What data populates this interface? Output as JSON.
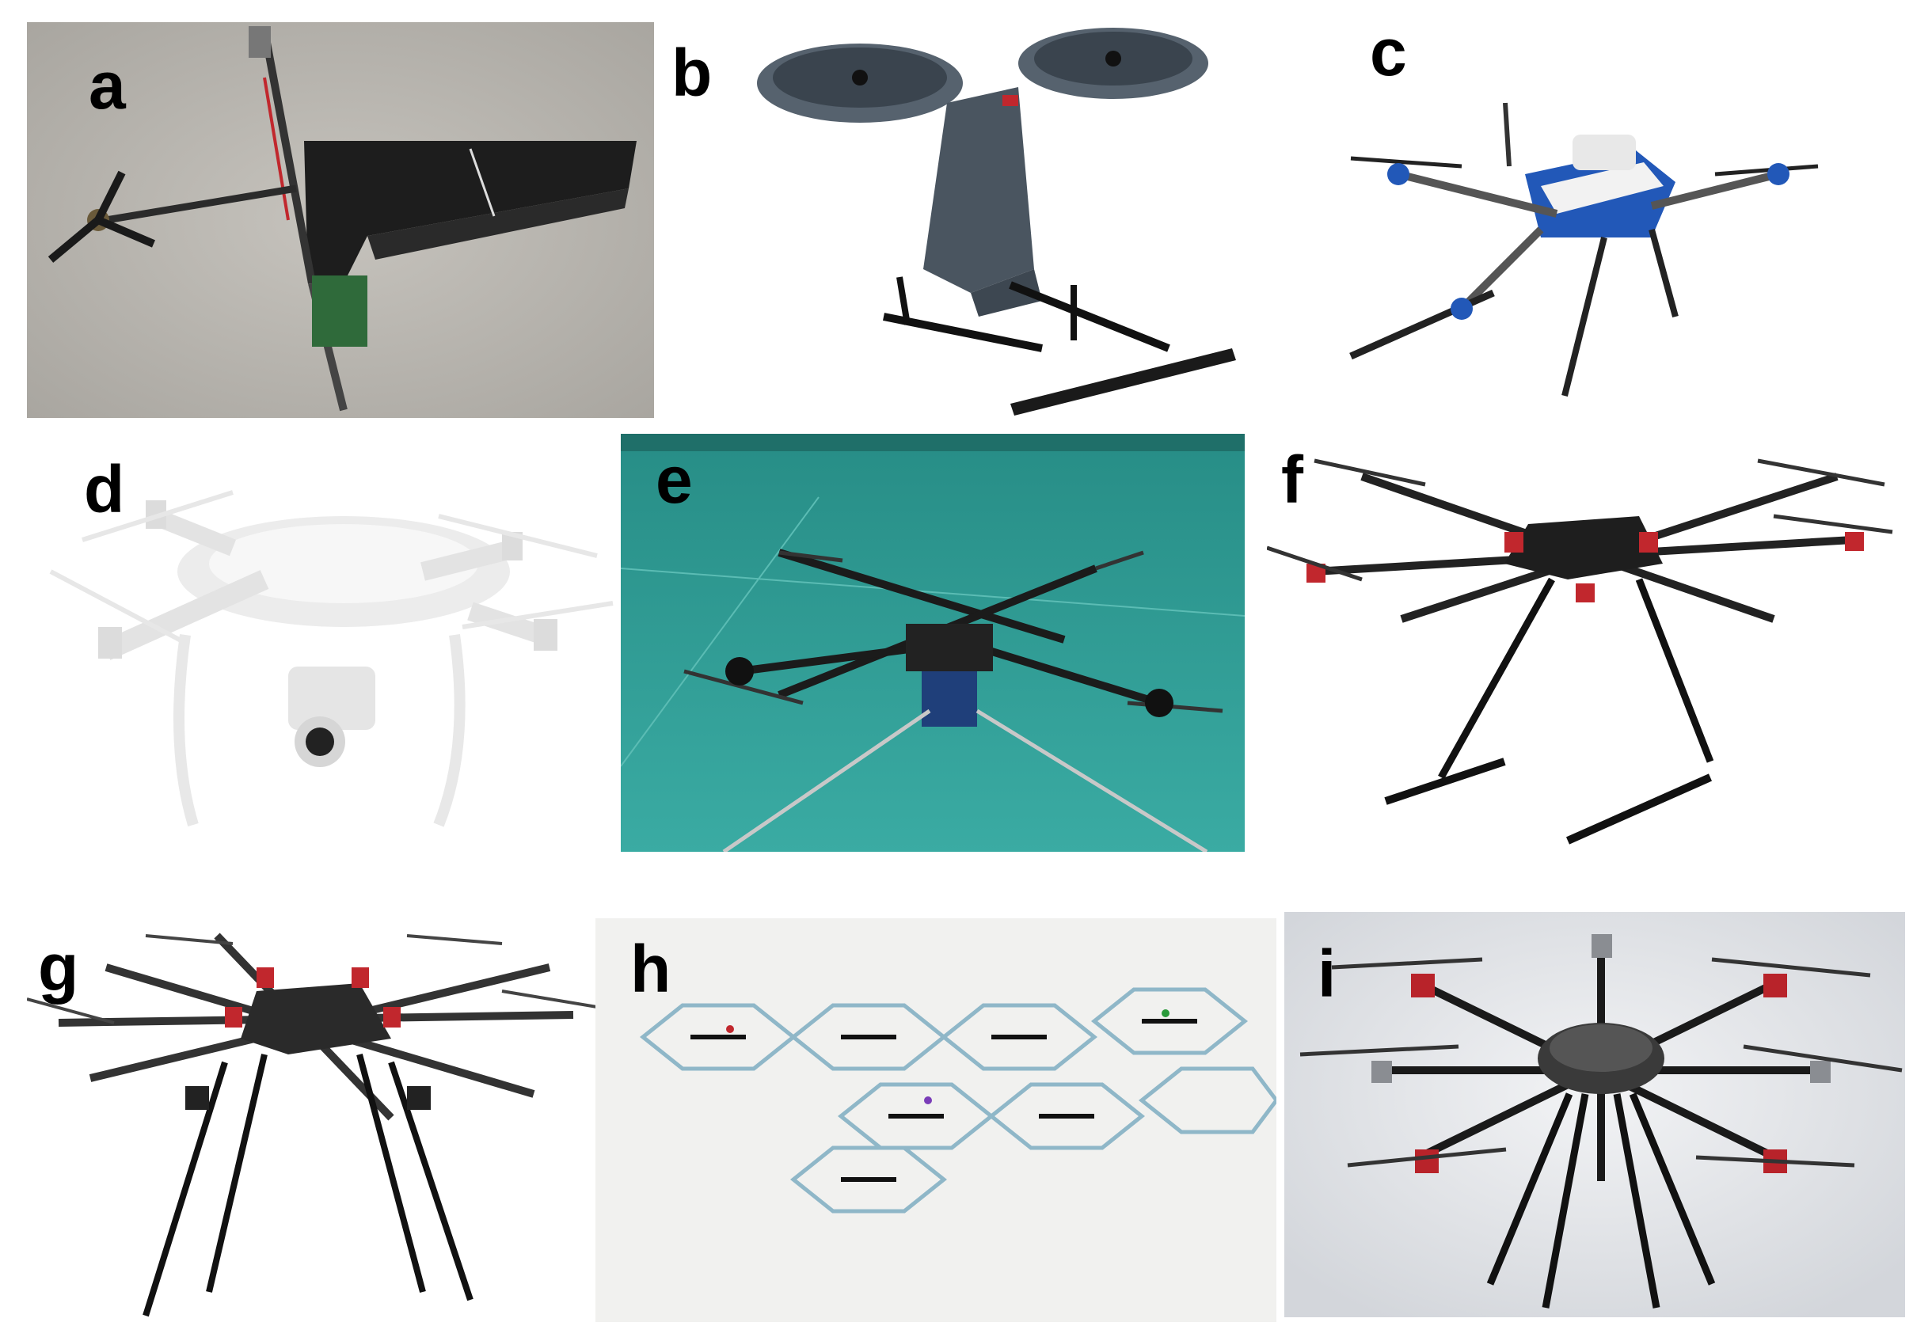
{
  "figure": {
    "panels": [
      {
        "label": "a",
        "subject": "tail-sitter fixed-wing drone",
        "background": "#b9b6b0"
      },
      {
        "label": "b",
        "subject": "ducted twin-rotor drone",
        "background": "#ffffff"
      },
      {
        "label": "c",
        "subject": "foldable quadrotor with blue body",
        "background": "#ffffff"
      },
      {
        "label": "d",
        "subject": "white consumer quadcopter with gimbal camera",
        "background": "#ffffff"
      },
      {
        "label": "e",
        "subject": "quadrotor on green floor",
        "background": "#2f9e96"
      },
      {
        "label": "f",
        "subject": "hexacopter with landing gear",
        "background": "#ffffff"
      },
      {
        "label": "g",
        "subject": "octocopter with landing gear",
        "background": "#ffffff"
      },
      {
        "label": "h",
        "subject": "modular hexagonal drone swarm",
        "background": "#f1f1ef"
      },
      {
        "label": "i",
        "subject": "rendered octocopter model",
        "background": "#e4e6ea"
      }
    ]
  }
}
